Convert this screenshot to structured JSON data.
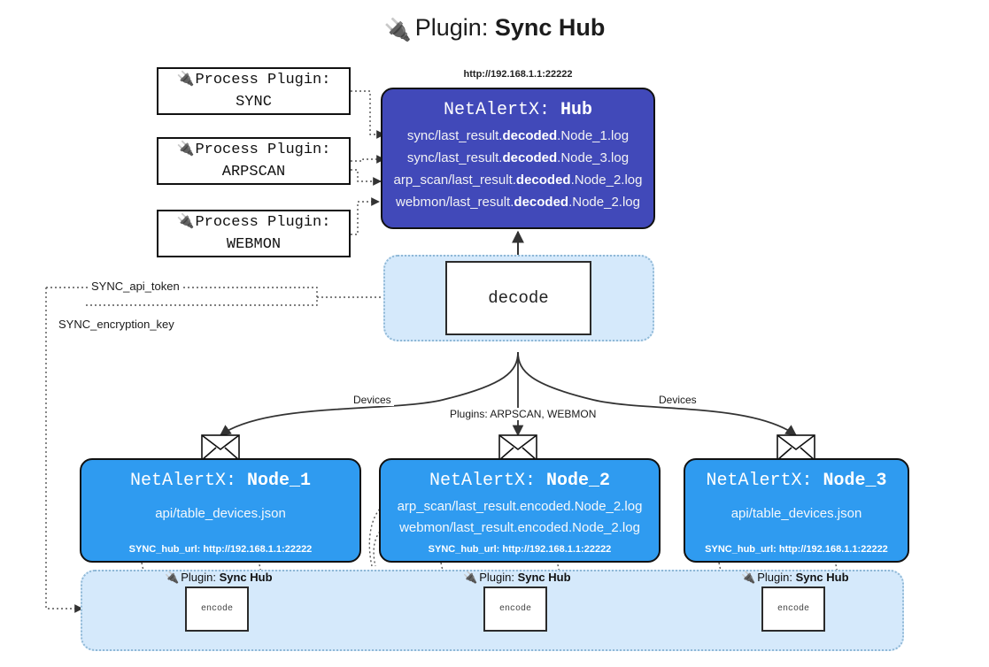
{
  "header": {
    "icon": "plug-icon",
    "prefix": "Plugin:",
    "name": "Sync Hub"
  },
  "process_plugins": [
    {
      "icon": "plug-icon",
      "line1": "Process Plugin:",
      "line2": "SYNC"
    },
    {
      "icon": "plug-icon",
      "line1": "Process Plugin:",
      "line2": "ARPSCAN"
    },
    {
      "icon": "plug-icon",
      "line1": "Process Plugin:",
      "line2": "WEBMON"
    }
  ],
  "hub": {
    "url": "http://192.168.1.1:22222",
    "title_prefix": "NetAlertX:",
    "title_name": "Hub",
    "logs": [
      {
        "pre": "sync/last_result.",
        "em": "decoded",
        "post": ".Node_1.log"
      },
      {
        "pre": "sync/last_result.",
        "em": "decoded",
        "post": ".Node_3.log"
      },
      {
        "pre": "arp_scan/last_result.",
        "em": "decoded",
        "post": ".Node_2.log"
      },
      {
        "pre": "webmon/last_result.",
        "em": "decoded",
        "post": ".Node_2.log"
      }
    ]
  },
  "decode": {
    "label": "decode"
  },
  "tokens": [
    {
      "label": "SYNC_api_token"
    },
    {
      "label": "SYNC_encryption_key"
    }
  ],
  "edge_labels": {
    "devices_left": "Devices",
    "devices_right": "Devices",
    "plugins_center": "Plugins: ARPSCAN, WEBMON"
  },
  "nodes": [
    {
      "title_prefix": "NetAlertX:",
      "title_name": "Node_1",
      "lines": [
        "api/table_devices.json"
      ],
      "footer": "SYNC_hub_url: http://192.168.1.1:22222",
      "envelope_icon": "envelope-icon"
    },
    {
      "title_prefix": "NetAlertX:",
      "title_name": "Node_2",
      "lines": [
        "arp_scan/last_result.encoded.Node_2.log",
        "webmon/last_result.encoded.Node_2.log"
      ],
      "footer": "SYNC_hub_url: http://192.168.1.1:22222",
      "envelope_icon": "envelope-icon"
    },
    {
      "title_prefix": "NetAlertX:",
      "title_name": "Node_3",
      "lines": [
        "api/table_devices.json"
      ],
      "footer": "SYNC_hub_url: http://192.168.1.1:22222",
      "envelope_icon": "envelope-icon"
    }
  ],
  "encode_zones": [
    {
      "icon": "plug-icon",
      "prefix": "Plugin:",
      "name": "Sync Hub",
      "box_label": "encode"
    },
    {
      "icon": "plug-icon",
      "prefix": "Plugin:",
      "name": "Sync Hub",
      "box_label": "encode"
    },
    {
      "icon": "plug-icon",
      "prefix": "Plugin:",
      "name": "Sync Hub",
      "box_label": "encode"
    }
  ],
  "colors": {
    "hub_fill": "#4149b9",
    "node_fill": "#2f9bf0",
    "zone_fill": "#d5e9fb",
    "zone_border": "#8fb8d6",
    "stroke": "#2b2b2b",
    "background": "#ffffff"
  }
}
